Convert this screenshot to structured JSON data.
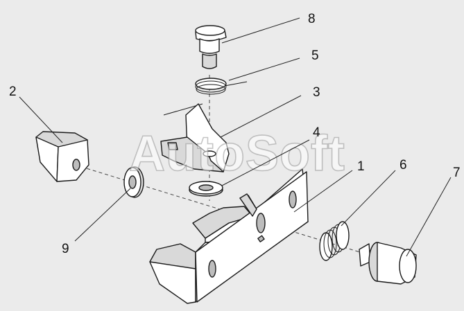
{
  "diagram": {
    "watermark": "AutoSoft",
    "callouts": {
      "c1": "1",
      "c2": "2",
      "c3": "3",
      "c4": "4",
      "c5": "5",
      "c6": "6",
      "c7": "7",
      "c8": "8",
      "c9": "9"
    }
  }
}
